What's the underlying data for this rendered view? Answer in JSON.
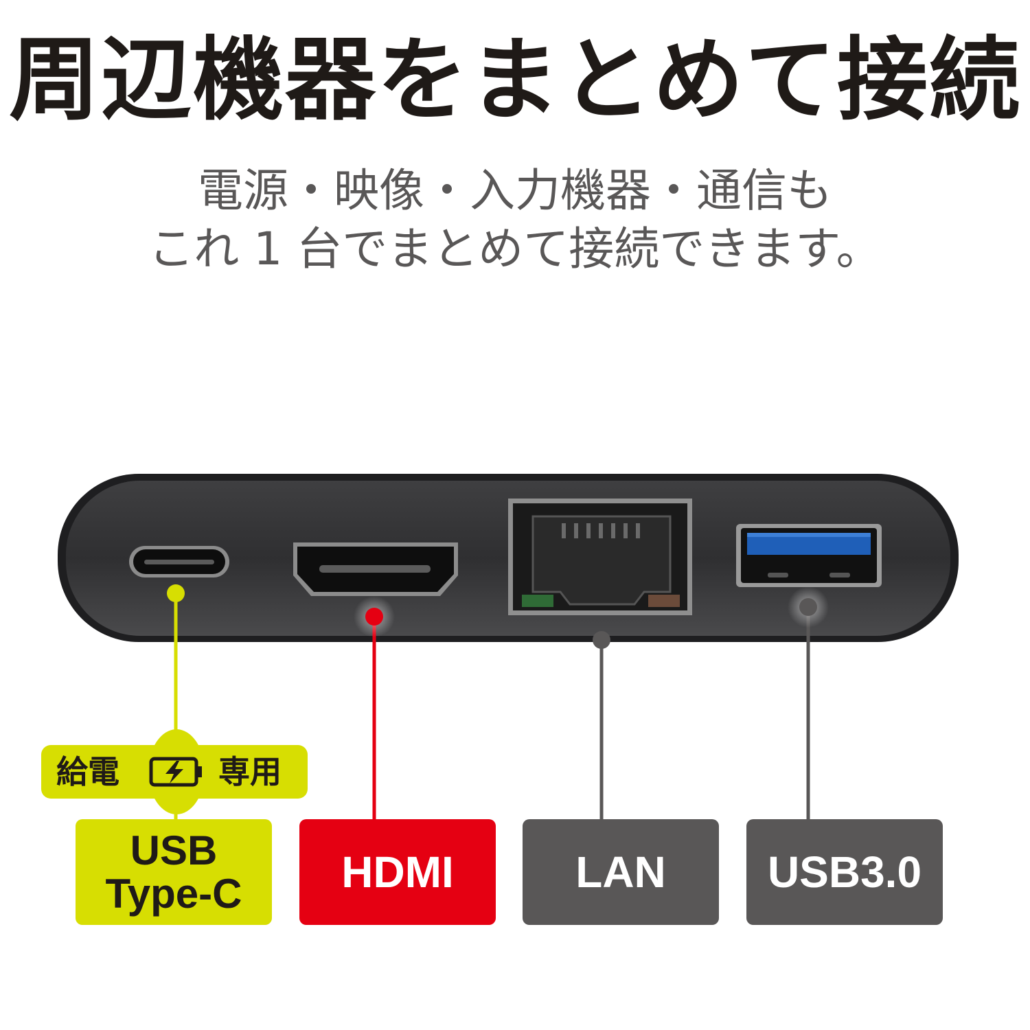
{
  "headline": "周辺機器をまとめて接続",
  "subline1": "電源・映像・入力機器・通信も",
  "subline2": "これ 1 台でまとめて接続できます。",
  "ports": [
    {
      "id": "typec",
      "label_line1": "USB",
      "label_line2": "Type-C",
      "color": "#d7de02"
    },
    {
      "id": "hdmi",
      "label": "HDMI",
      "color": "#e50012"
    },
    {
      "id": "lan",
      "label": "LAN",
      "color": "#595757"
    },
    {
      "id": "usb3",
      "label": "USB3.0",
      "color": "#595757"
    }
  ],
  "power_badge": {
    "left": "給電",
    "right": "専用",
    "icon": "battery-charging-icon"
  }
}
